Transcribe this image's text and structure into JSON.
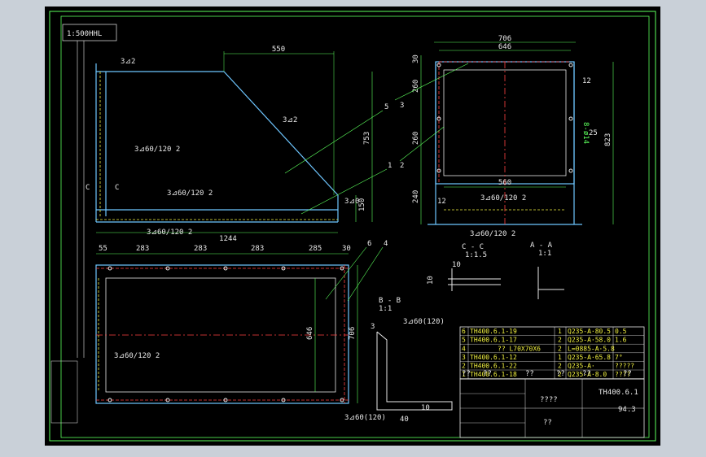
{
  "drawing": {
    "scale_note": "1:500HHL",
    "views": {
      "front": {
        "dims": {
          "top": "550",
          "height": "753",
          "foot": "150",
          "length": "1244"
        },
        "welds": [
          "3⊿2",
          "3⊿2",
          "3⊿60/120 2",
          "3⊿60/120 2",
          "3⊿60/120 2",
          "3⊿0"
        ],
        "section_marks": [
          "C",
          "C"
        ],
        "callouts": [
          "5",
          "3",
          "1",
          "2"
        ]
      },
      "side": {
        "dims": {
          "width_outer": "706",
          "width_inner": "646",
          "top": "30",
          "upper": "260",
          "middle": "260",
          "lower": "240",
          "height": "823",
          "base": "560",
          "foot": "12"
        },
        "welds": [
          "3⊿60/120 2",
          "3⊿60/120 2",
          "12"
        ],
        "notes": [
          "8-ø14",
          "25"
        ]
      },
      "top": {
        "dims": [
          "55",
          "283",
          "283",
          "283",
          "285",
          "30"
        ],
        "side_dims": {
          "inner": "646",
          "outer": "706"
        },
        "welds": [
          "3⊿60/120 2",
          "3⊿60(120)"
        ],
        "callouts": [
          "6",
          "4"
        ]
      },
      "sections": {
        "cc": {
          "title": "C - C",
          "scale": "1:1.5",
          "dims": [
            "10",
            "10"
          ]
        },
        "aa": {
          "title": "A - A",
          "scale": "1:1"
        },
        "bb": {
          "title": "B - B",
          "scale": "1:1",
          "weld": "3⊿60(120)",
          "dims": [
            "3",
            "40",
            "10"
          ]
        }
      }
    },
    "bom": {
      "rows": [
        {
          "no": "6",
          "code": "TH400.6.1-19",
          "name": "",
          "qty": "1",
          "material": "Q235-A·80.5",
          "weight": "0.5"
        },
        {
          "no": "5",
          "code": "TH400.6.1-17",
          "name": "",
          "qty": "2",
          "material": "Q235-A·58.0",
          "weight": "1.6"
        },
        {
          "no": "4",
          "code": "",
          "name": "?? L70X70X6",
          "qty": "2",
          "material": "L=0885-A·5.8",
          "weight": ""
        },
        {
          "no": "3",
          "code": "TH400.6.1-12",
          "name": "",
          "qty": "1",
          "material": "Q235-A·65.8",
          "weight": "7°"
        },
        {
          "no": "2",
          "code": "TH400.6.1-22",
          "name": "",
          "qty": "2",
          "material": "Q235-A·",
          "weight": "?????"
        },
        {
          "no": "1",
          "code": "TH400.6.1-18",
          "name": "",
          "qty": "2",
          "material": "Q235-A·8.0",
          "weight": "????"
        }
      ],
      "header": [
        "??",
        "??",
        "??",
        "??",
        "??",
        "??"
      ]
    },
    "title_block": {
      "project": "????",
      "code": "TH400.6.1",
      "sheet": "??",
      "scale": "94.3"
    }
  }
}
